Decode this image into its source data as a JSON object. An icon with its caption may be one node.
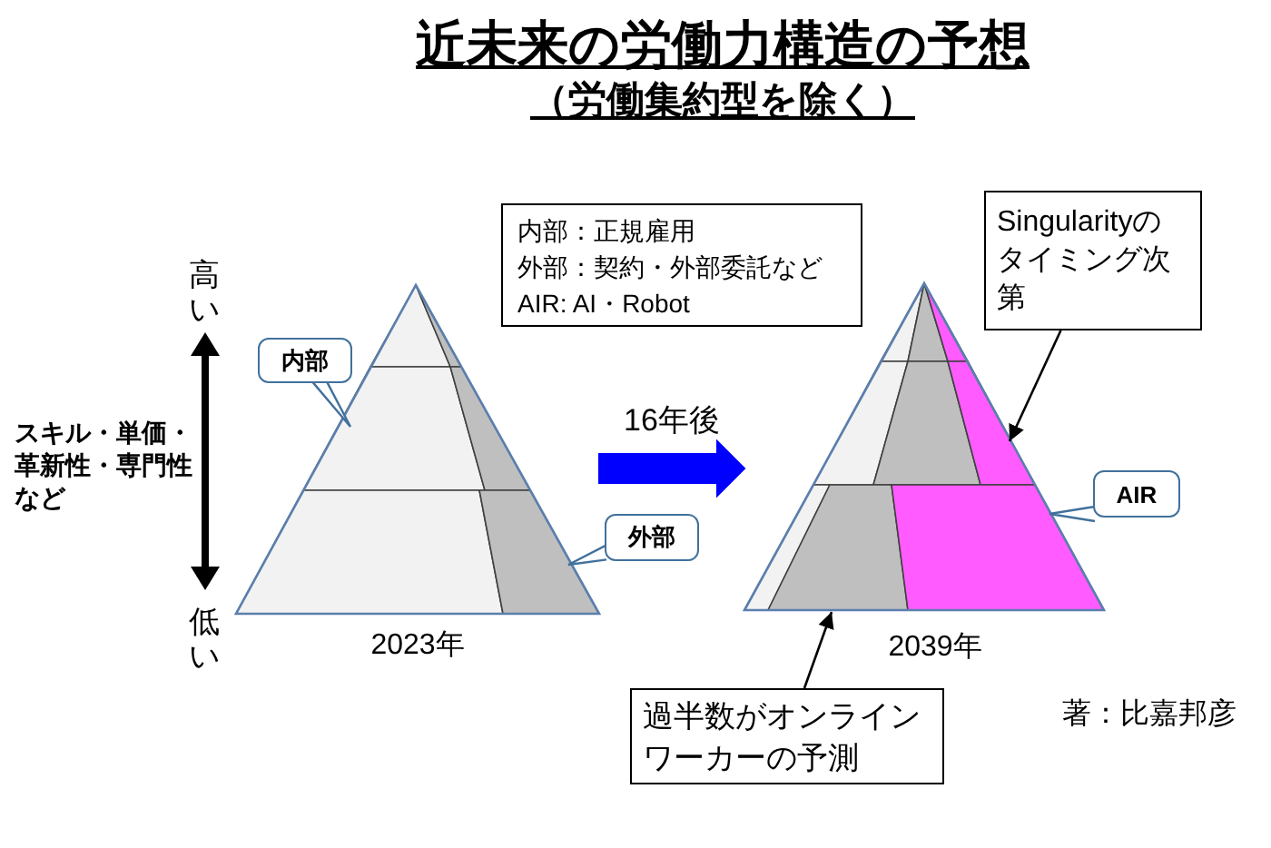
{
  "diagram": {
    "title": "近未来の労働力構造の予想",
    "nodes": [
      {
        "text": [
          "内部：正規雇用",
          "外部：契約・外部委託など",
          "AIR: AI・Robot"
        ]
      },
      {
        "text": [
          "Singularityのタイミング次第"
        ]
      },
      {
        "text": [
          "内部"
        ]
      },
      {
        "text": [],
        "shape": "triangle",
        "beside": [
          "2023年"
        ]
      },
      {
        "text": [],
        "shape": "triangle",
        "in": 3
      },
      {
        "text": [],
        "shape": "triangle",
        "in": 3
      },
      {
        "text": [],
        "shape": "trapezoid",
        "in": 3
      },
      {
        "text": [],
        "shape": "trapezoid",
        "in": 3
      },
      {
        "text": [],
        "shape": "trapezoid",
        "in": 3
      },
      {
        "text": [],
        "shape": "trapezoid",
        "in": 3
      },
      {
        "text": [],
        "shape": "triangle",
        "beside": [
          "2039年"
        ]
      },
      {
        "text": [],
        "shape": "triangle",
        "in": 10
      },
      {
        "text": [],
        "shape": "triangle",
        "in": 10
      },
      {
        "text": [],
        "shape": "triangle",
        "in": 10
      },
      {
        "text": [],
        "shape": "trapezoid",
        "in": 10
      },
      {
        "text": [],
        "shape": "trapezoid",
        "in": 10
      },
      {
        "text": [],
        "shape": "trapezoid",
        "in": 10
      },
      {
        "text": [],
        "shape": "trapezoid",
        "in": 10
      },
      {
        "text": [],
        "shape": "trapezoid",
        "in": 10
      },
      {
        "text": [],
        "shape": "trapezoid",
        "in": 10
      },
      {
        "text": [
          "AIR"
        ]
      },
      {
        "text": [
          "外部"
        ]
      },
      {
        "text": [
          "過半数がオンラインワーカーの予測"
        ]
      }
    ],
    "edges": [
      {
        "from": 2,
        "to": 6,
        "arrow": "none"
      },
      {
        "from": 3,
        "to": 10,
        "arrow": "to",
        "label": "16年後",
        "style": "thick",
        "color": "#0000ff"
      },
      {
        "from": 1,
        "to": 16,
        "arrow": "to",
        "color": "#000000"
      },
      {
        "from": 20,
        "to": 19,
        "arrow": "none"
      },
      {
        "from": 21,
        "to": 9,
        "arrow": "none"
      },
      {
        "from": 22,
        "to": 18,
        "arrow": "to",
        "color": "#000000"
      }
    ],
    "labels": [
      "（労働集約型を除く）",
      "高い",
      "スキル・単価・革新性・専門性など",
      "低い",
      "著：比嘉邦彦"
    ]
  }
}
